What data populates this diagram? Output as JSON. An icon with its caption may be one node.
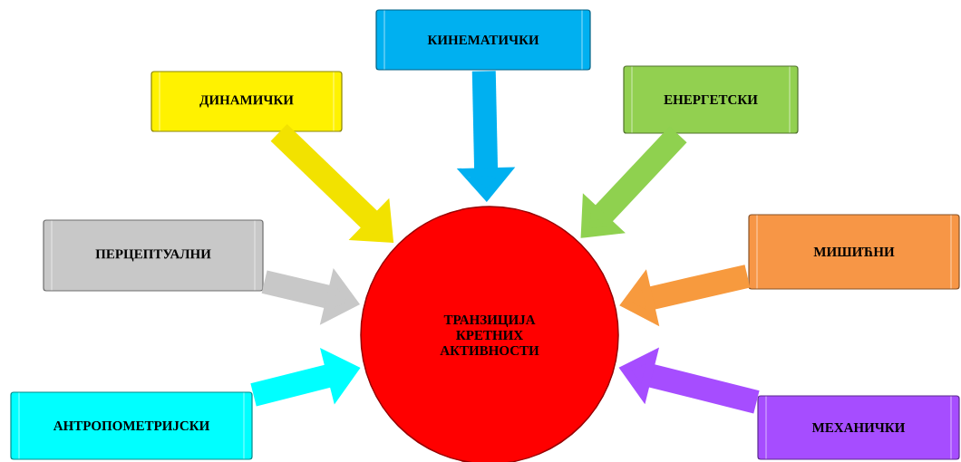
{
  "diagram": {
    "nodes": [
      {
        "text": [
          "КИНЕМАТИЧКИ"
        ]
      },
      {
        "text": [
          "ДИНАМИЧКИ"
        ]
      },
      {
        "text": [
          "ЕНЕРГЕТСКИ"
        ]
      },
      {
        "text": [
          "ПЕРЦЕПТУАЛНИ"
        ]
      },
      {
        "text": [
          "МИШИЋНИ"
        ]
      },
      {
        "text": [
          "ТРАНЗИЦИЈА КРЕТНИХ АКТИВНОСТИ"
        ]
      },
      {
        "text": [
          "АНТРОПОМЕТРИЈСКИ"
        ]
      },
      {
        "text": [
          "МЕХАНИЧКИ"
        ]
      }
    ],
    "edges": [
      {
        "from": 0,
        "to": 5,
        "arrow": "to",
        "color": "#00b0f0"
      },
      {
        "from": 1,
        "to": 5,
        "arrow": "to",
        "color": "#f2e200"
      },
      {
        "from": 2,
        "to": 5,
        "arrow": "to",
        "color": "#8fd14f"
      },
      {
        "from": 3,
        "to": 5,
        "arrow": "to",
        "color": "#c8c8c8"
      },
      {
        "from": 4,
        "to": 5,
        "arrow": "to",
        "color": "#f79a3e"
      },
      {
        "from": 6,
        "to": 5,
        "arrow": "to",
        "color": "#00ffff"
      },
      {
        "from": 7,
        "to": 5,
        "arrow": "to",
        "color": "#a64dff"
      }
    ]
  }
}
